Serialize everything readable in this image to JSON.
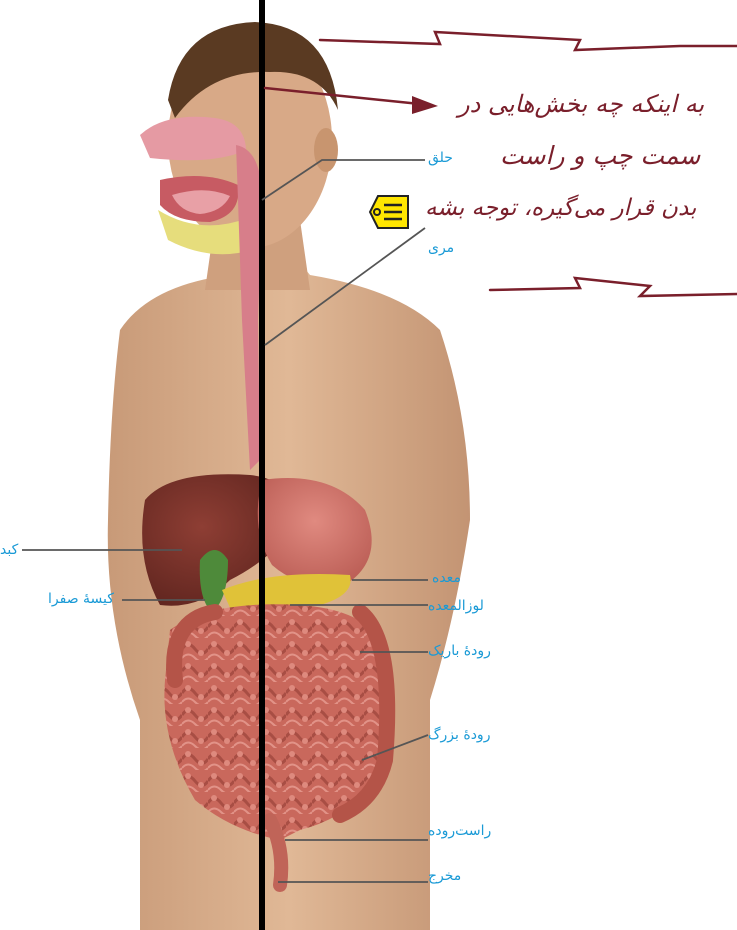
{
  "diagram": {
    "labels": {
      "pharynx": "حلق",
      "esophagus": "مری",
      "liver": "کبد",
      "gallbladder": "کیسهٔ صفرا",
      "stomach": "معده",
      "pancreas": "لوزالمعده",
      "small_intestine": "رودهٔ باریک",
      "large_intestine": "رودهٔ بزرگ",
      "rectum": "راست‌روده",
      "anus": "مخرج"
    },
    "handwritten_note": {
      "line1": "به اینکه چه بخش‌هایی در",
      "line2": "سمت چپ و راست",
      "line3": "بدن قرار می‌گیره، توجه بشه"
    },
    "icons": {
      "note": "sticky-note-icon"
    },
    "colors": {
      "label_text": "#1a9ad6",
      "leader_line": "#555555",
      "handwriting": "#7a1f2b",
      "divider": "#000000",
      "note_icon_fill": "#ffe600"
    }
  }
}
